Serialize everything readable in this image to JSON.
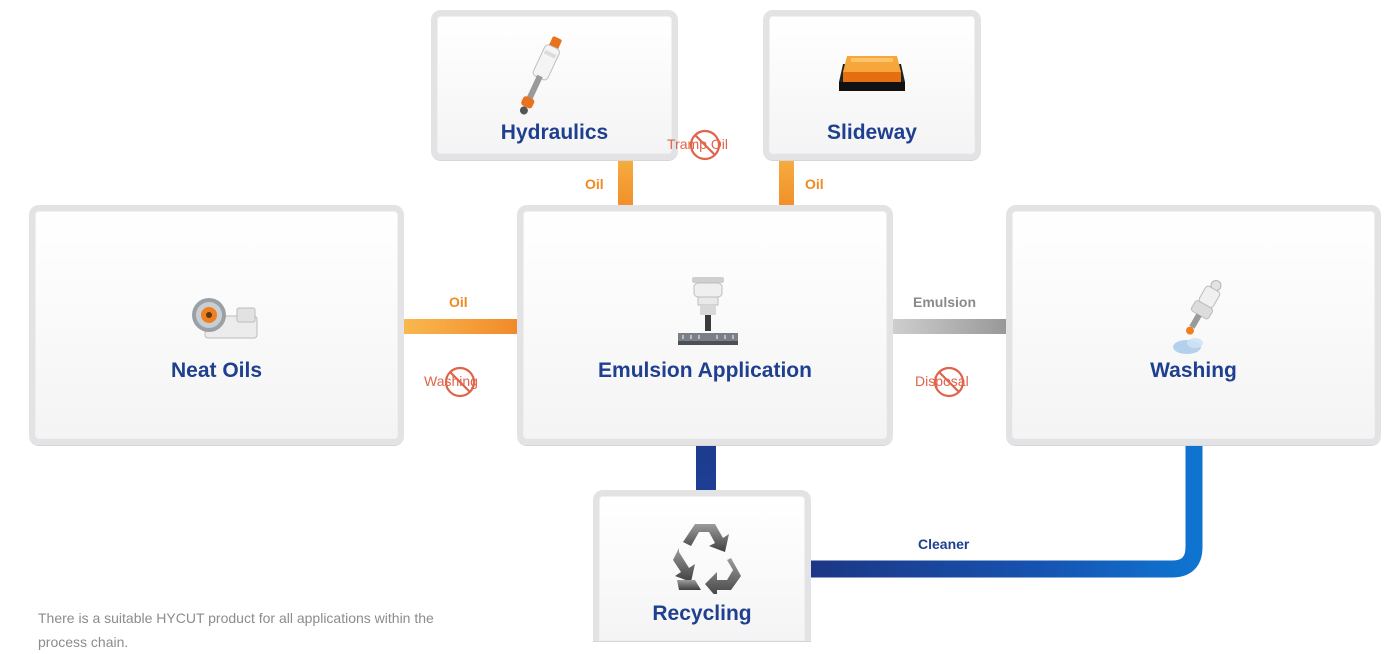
{
  "nodes": {
    "hydraulics": "Hydraulics",
    "slideway": "Slideway",
    "neat_oils": "Neat Oils",
    "emulsion_application": "Emulsion Application",
    "washing": "Washing",
    "recycling": "Recycling"
  },
  "flows": {
    "hydraulics_oil": "Oil",
    "slideway_oil": "Oil",
    "neat_oils_oil": "Oil",
    "emulsion": "Emulsion",
    "cleaner": "Cleaner"
  },
  "crossed_out": {
    "tramp_oil": "Tramp Oil",
    "washing": "Washing",
    "disposal": "Disposal"
  },
  "icons": {
    "hydraulics": "hydraulic-cylinder-icon",
    "slideway": "slideway-block-icon",
    "neat_oils": "gear-pump-icon",
    "emulsion_application": "machine-spindle-icon",
    "washing": "spray-nozzle-icon",
    "recycling": "recycle-icon"
  },
  "colors": {
    "title_blue": "#1f3f8f",
    "oil_orange": "#f39a2b",
    "emulsion_grey": "#9a9a9a",
    "cleaner_blue": "#1c3f93",
    "negation_red": "#e0634a"
  },
  "footnote": "There is a suitable HYCUT product for all applications within the process chain."
}
